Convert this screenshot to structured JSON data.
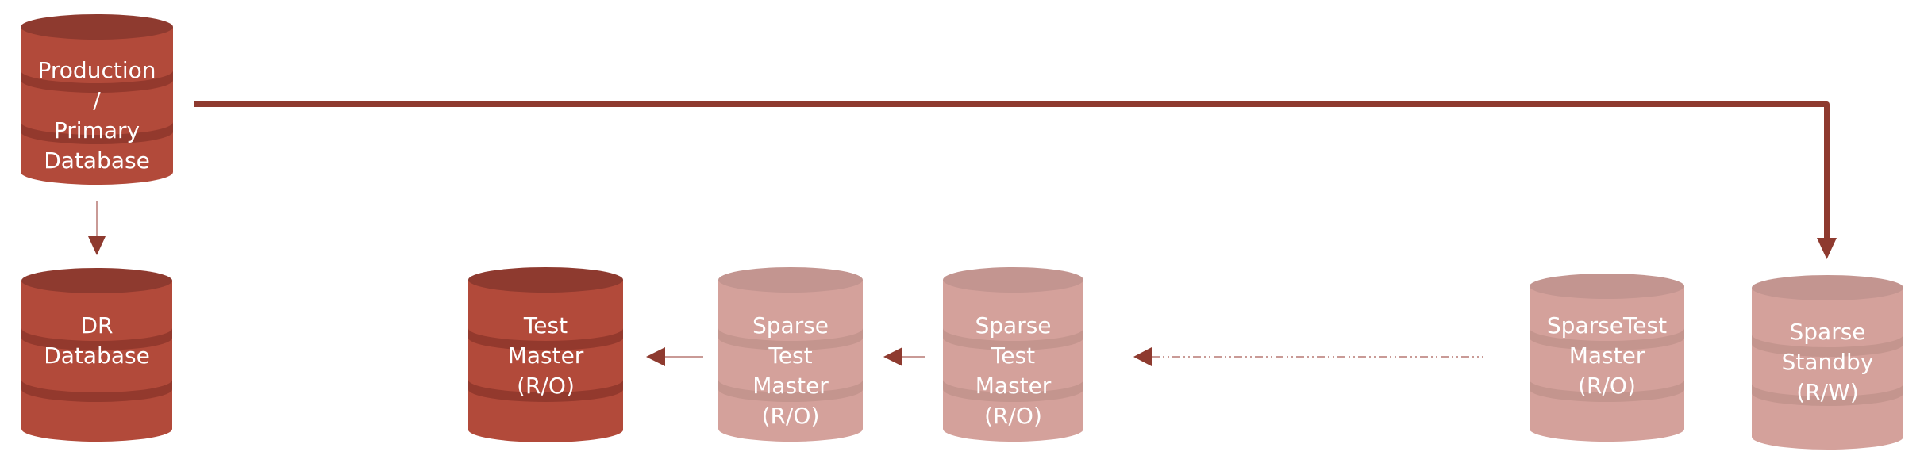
{
  "colors": {
    "primary_body": "#b24a3a",
    "primary_top": "#8e3a2f",
    "primary_band": "#93392d",
    "faded_body": "#d4a19b",
    "faded_top": "#c39590",
    "faded_band": "#c4958e",
    "connector": "#8e3a2f",
    "connector_light": "#c99a96",
    "label": "#ffffff"
  },
  "databases": [
    {
      "id": "production",
      "name": "production-primary-database",
      "lines": [
        "Production",
        "/",
        "Primary",
        "Database"
      ],
      "style": "primary"
    },
    {
      "id": "dr",
      "name": "dr-database",
      "lines": [
        "DR",
        "Database"
      ],
      "style": "primary"
    },
    {
      "id": "test_master",
      "name": "test-master-database",
      "lines": [
        "Test",
        "Master",
        "(R/O)"
      ],
      "style": "primary"
    },
    {
      "id": "sparse_test_master_1",
      "name": "sparse-test-master-1-database",
      "lines": [
        "Sparse",
        "Test",
        "Master",
        "(R/O)"
      ],
      "style": "faded"
    },
    {
      "id": "sparse_test_master_2",
      "name": "sparse-test-master-2-database",
      "lines": [
        "Sparse",
        "Test",
        "Master",
        "(R/O)"
      ],
      "style": "faded"
    },
    {
      "id": "sparsetest_master",
      "name": "sparsetest-master-database",
      "lines": [
        "SparseTest",
        "Master",
        "(R/O)"
      ],
      "style": "faded"
    },
    {
      "id": "sparse_standby",
      "name": "sparse-standby-database",
      "lines": [
        "Sparse",
        "Standby",
        "(R/W)"
      ],
      "style": "faded"
    }
  ],
  "connections": [
    {
      "from": "production",
      "to": "sparse_standby",
      "type": "solid-thick-elbow"
    },
    {
      "from": "production",
      "to": "dr",
      "type": "solid-thin"
    },
    {
      "from": "sparse_test_master_1",
      "to": "test_master",
      "type": "solid-thin"
    },
    {
      "from": "sparse_test_master_2",
      "to": "sparse_test_master_1",
      "type": "solid-thin"
    },
    {
      "from": "sparsetest_master",
      "to": "sparse_test_master_2",
      "type": "dash-dot"
    }
  ]
}
